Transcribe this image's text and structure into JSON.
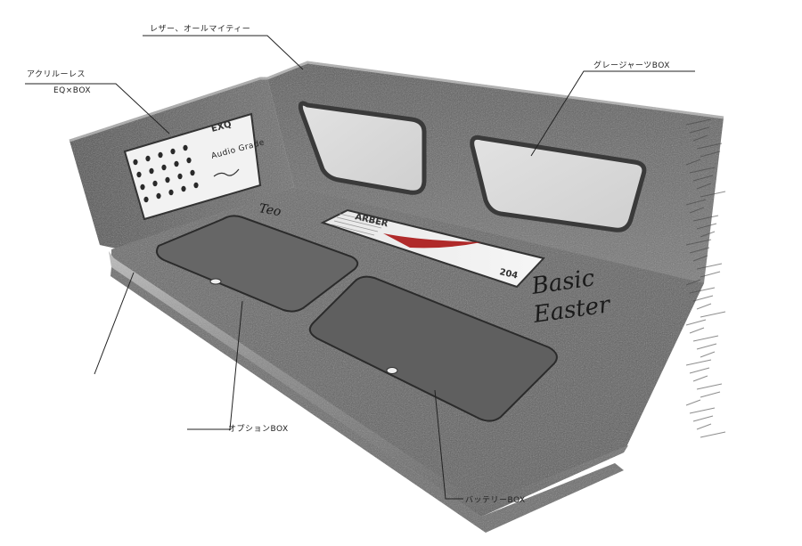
{
  "labels": {
    "leather": "レザー、オールマイティー",
    "acrylic_line1": "アクリルーレス",
    "acrylic_line2": "EQ×BOX",
    "glass_box": "グレージャーツBOX",
    "option_box": "オプションBOX",
    "battery_box": "バッテリーBOX"
  },
  "devices": {
    "eq_brand": "EXQ",
    "eq_model": "Audio Grade",
    "amp_brand": "ARBER",
    "amp_model": "204"
  },
  "signature": {
    "line1": "Basic",
    "line2": "Easter",
    "small": "Teo"
  },
  "colors": {
    "panel_dark": "#4a4a4a",
    "panel_mid": "#6b6b6b",
    "panel_light": "#8c8c8c",
    "window": "#d9d9d9",
    "accent_red": "#b02a2a"
  }
}
